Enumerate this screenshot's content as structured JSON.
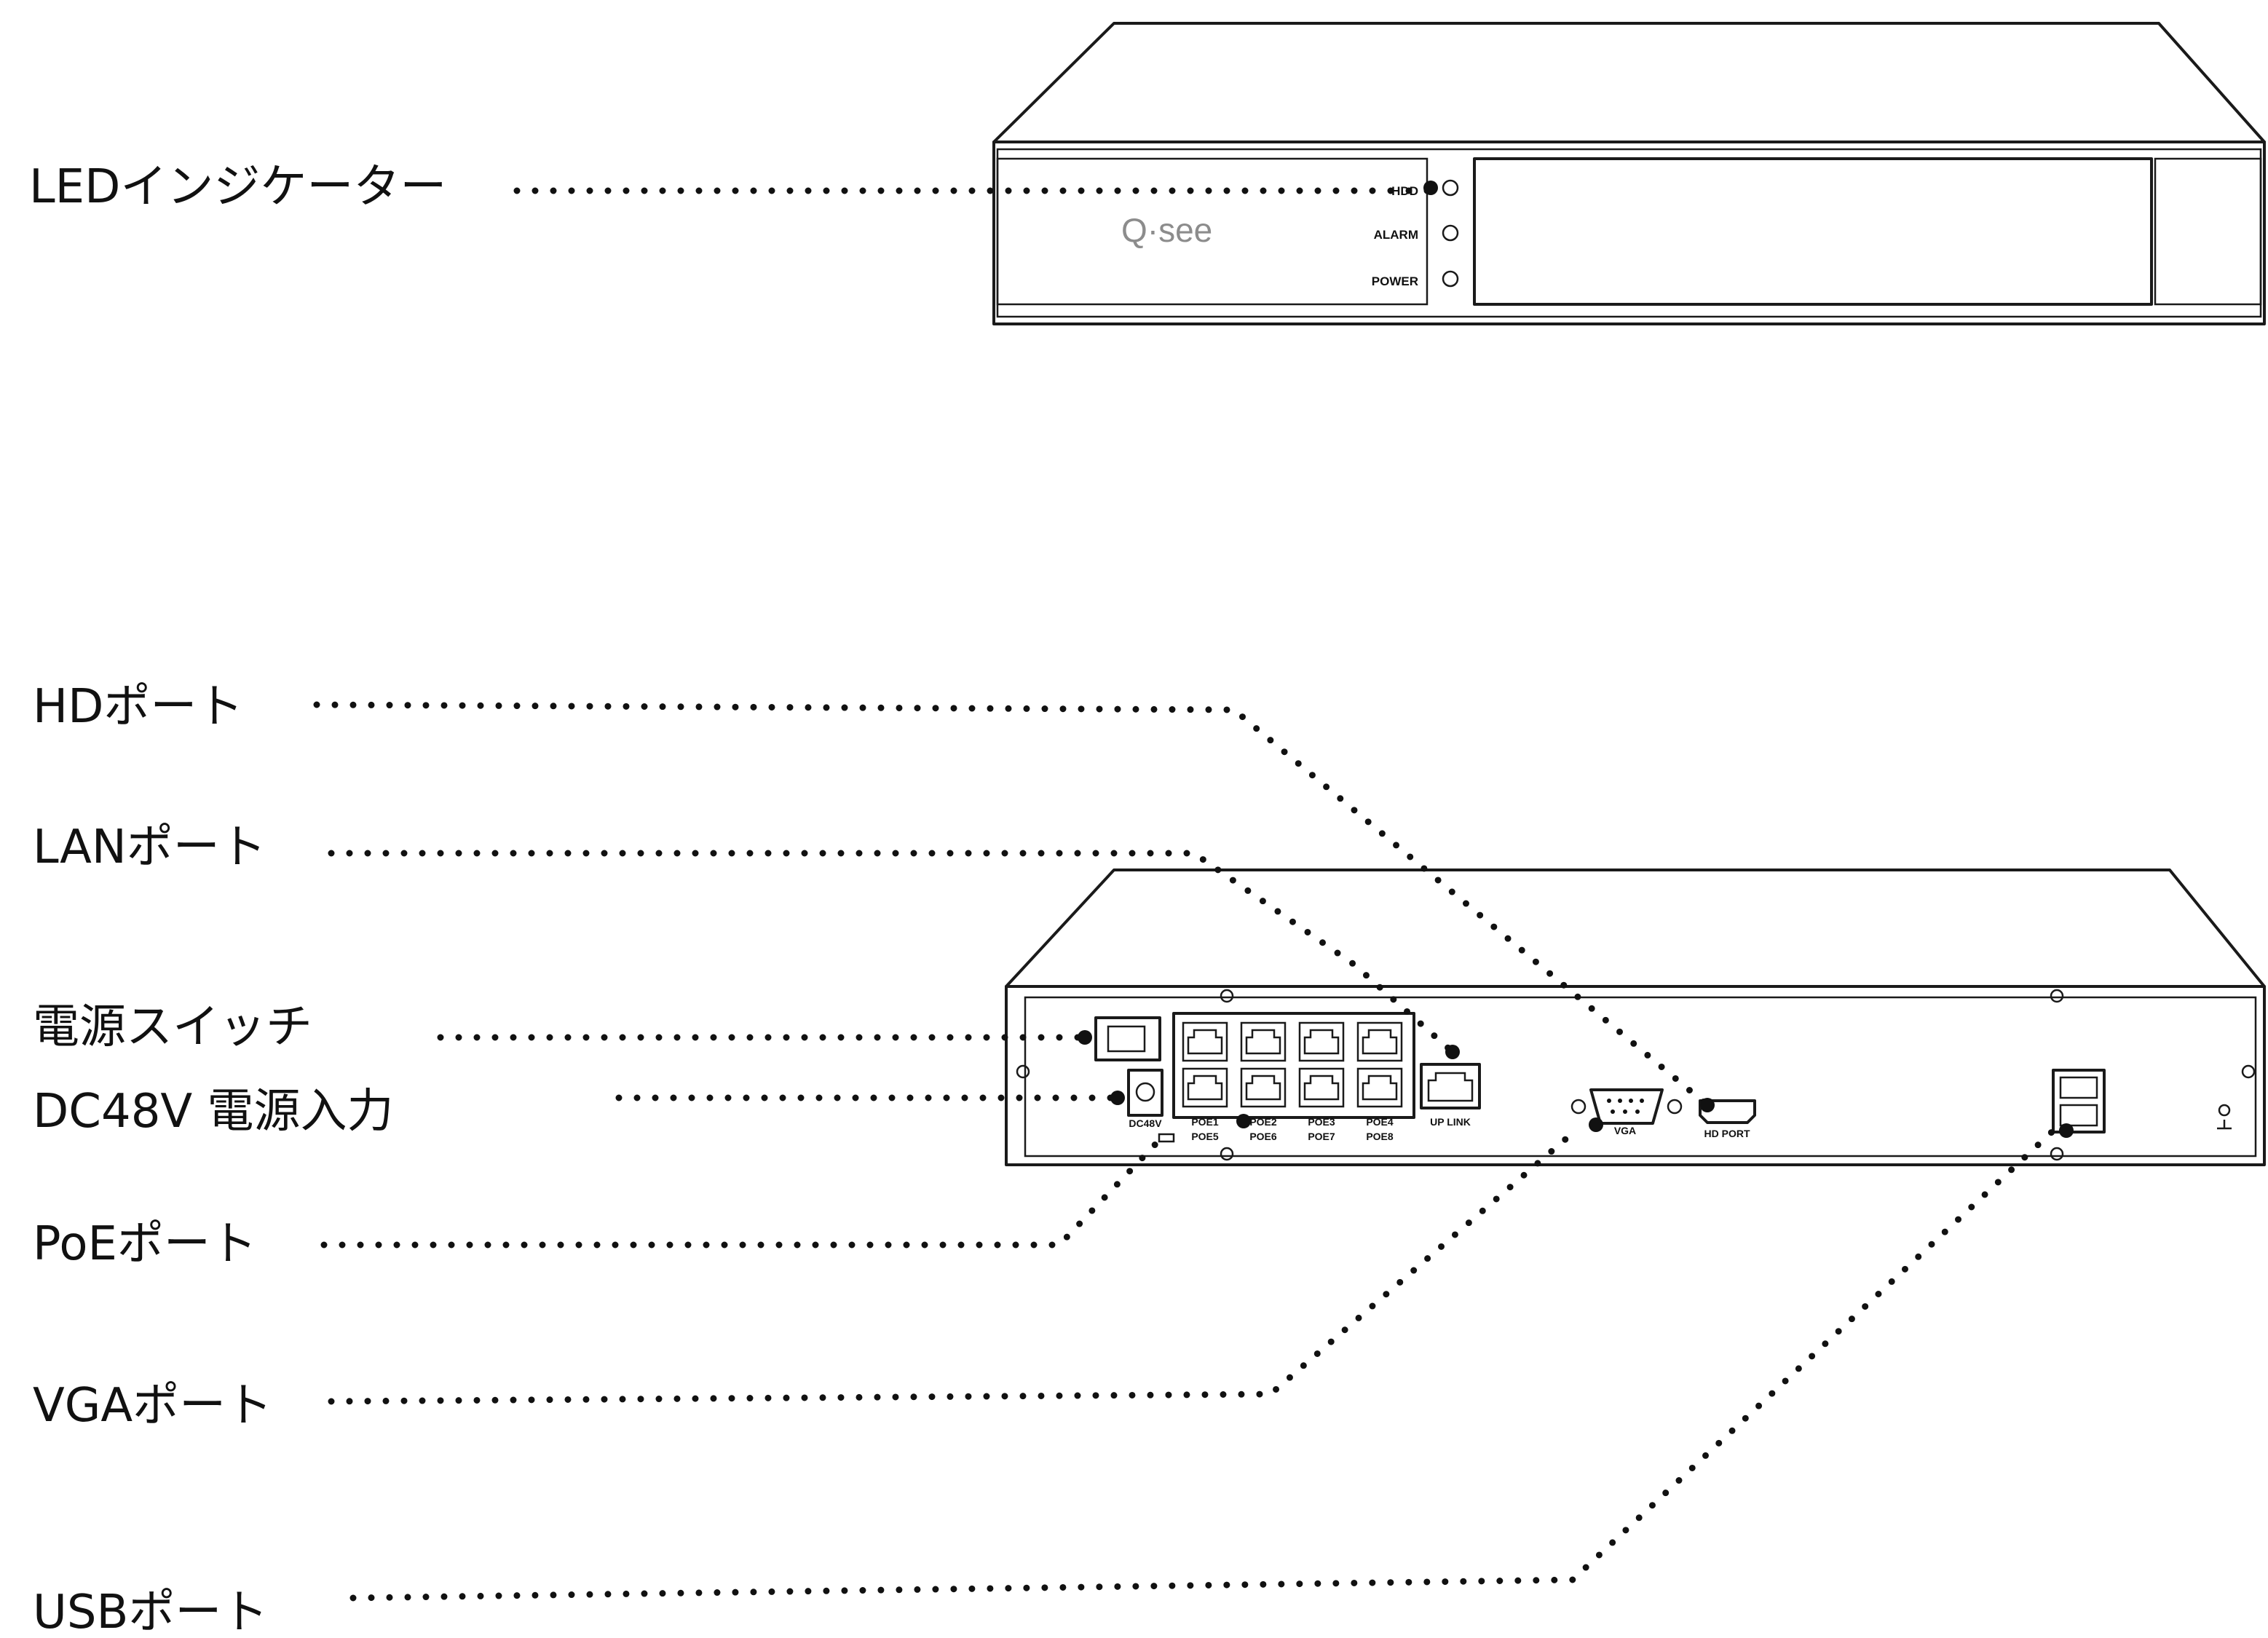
{
  "callouts": {
    "led": "LEDインジケーター",
    "hd": "HDポート",
    "lan": "LANポート",
    "power_switch": "電源スイッチ",
    "dc_input": "DC48V 電源入力",
    "poe": "PoEポート",
    "vga": "VGAポート",
    "usb": "USBポート"
  },
  "front_panel": {
    "brand": "Q·see",
    "leds": [
      "HDD",
      "ALARM",
      "POWER"
    ]
  },
  "rear_panel": {
    "dc_label": "DC48V",
    "poe_top": [
      "POE1",
      "POE2",
      "POE3",
      "POE4"
    ],
    "poe_bottom": [
      "POE5",
      "POE6",
      "POE7",
      "POE8"
    ],
    "uplink_label": "UP LINK",
    "vga_label": "VGA",
    "hd_label": "HD PORT"
  }
}
